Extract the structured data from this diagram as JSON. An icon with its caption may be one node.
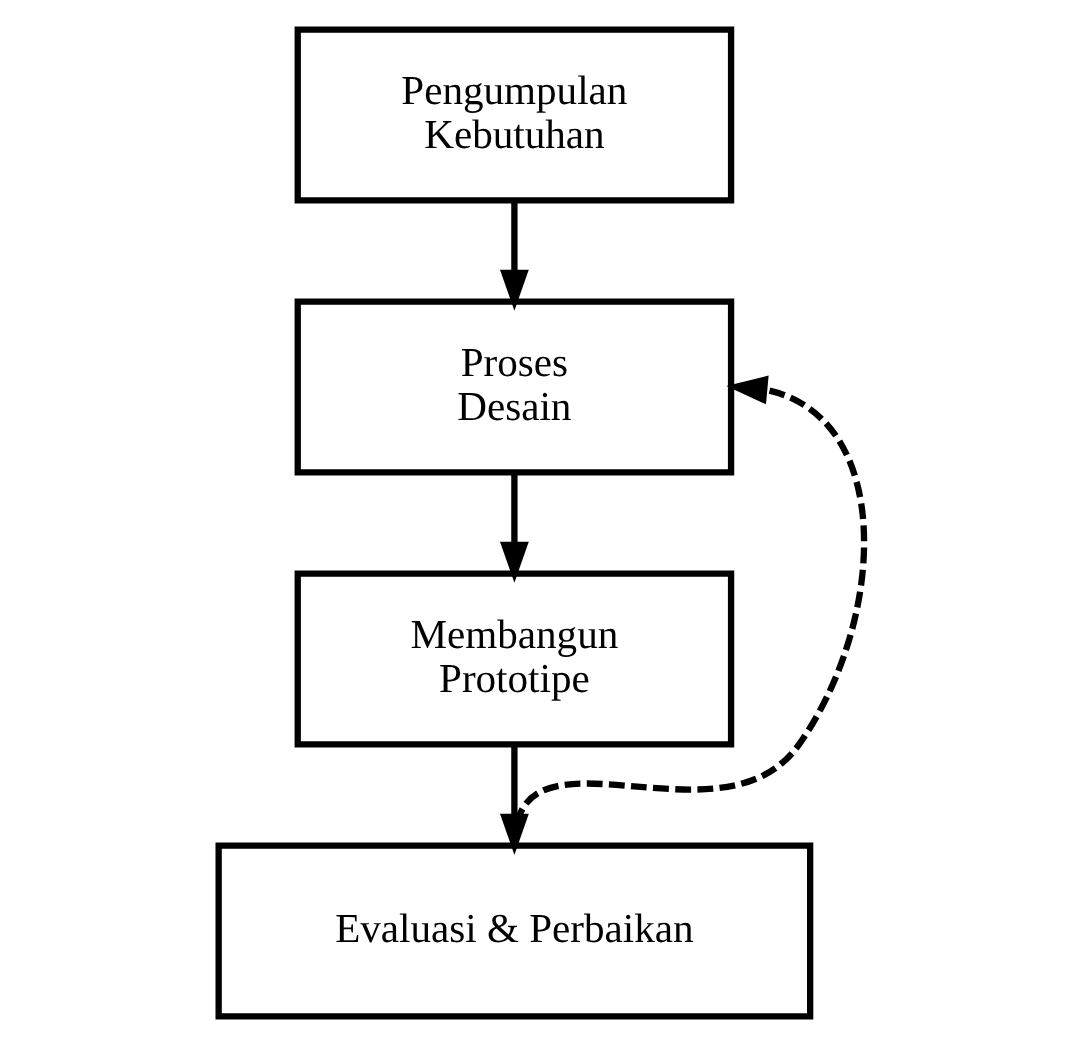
{
  "diagram": {
    "nodes": [
      {
        "text": [
          "Pengumpulan Kebutuhan"
        ]
      },
      {
        "text": [
          "Proses Desain"
        ]
      },
      {
        "text": [
          "Membangun Prototipe"
        ]
      },
      {
        "text": [
          "Evaluasi & Perbaikan"
        ]
      }
    ],
    "edges": [
      {
        "from": 0,
        "to": 1,
        "arrow": "to"
      },
      {
        "from": 1,
        "to": 2,
        "arrow": "to"
      },
      {
        "from": 2,
        "to": 3,
        "arrow": "to"
      },
      {
        "from": 3,
        "to": 1,
        "arrow": "to",
        "style": "dashed"
      }
    ]
  }
}
